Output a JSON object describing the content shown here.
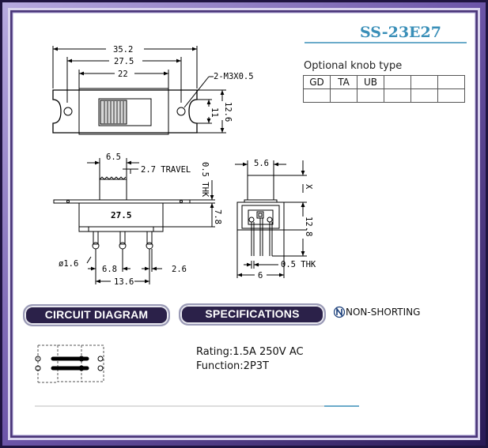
{
  "part_number": "SS-23E27",
  "knob": {
    "title": "Optional knob type",
    "row1": [
      "GD",
      "TA",
      "UB",
      "",
      "",
      ""
    ],
    "row2": [
      "",
      "",
      "",
      "",
      "",
      ""
    ]
  },
  "front_view": {
    "dim_overall": "35.2",
    "dim_mount": "27.5",
    "dim_window": "22",
    "hole_note": "2-M3X0.5",
    "dim_height_inner": "11",
    "dim_height_outer": "12.6"
  },
  "side_view": {
    "dim_knob": "6.5",
    "travel_note": "2.7 TRAVEL",
    "thickness_note": "0.5 THK",
    "body_label": "27.5",
    "dim_height": "7.8",
    "pin_dia": "ø1.6",
    "pin_pitch": "6.8",
    "pin_offset": "2.6",
    "pin_span": "13.6"
  },
  "end_view": {
    "dim_knob": "5.6",
    "knob_height": "X",
    "dim_pin_length": "12.8",
    "pin_thk": "0.5 THK",
    "dim_width": "6"
  },
  "sections": {
    "circuit": "CIRCUIT DIAGRAM",
    "specs": "SPECIFICATIONS",
    "nonshorting": "NON-SHORTING"
  },
  "specs": {
    "rating": "Rating:1.5A 250V AC",
    "function": "Function:2P3T"
  },
  "colors": {
    "frame_outer": "#4a3678",
    "frame_inner": "#8b7cc0",
    "frame_dark": "#1f1440",
    "accent_blue": "#3a8fb8",
    "pill_fill": "#2b2149"
  }
}
